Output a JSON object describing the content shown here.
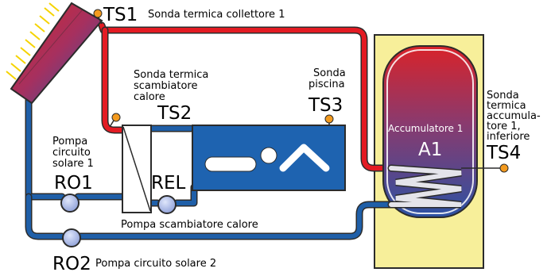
{
  "colors": {
    "hot_pipe": "#e31b23",
    "cold_pipe": "#1f5fa8",
    "pipe_outline": "#2b2b2b",
    "storage_frame": "#f7ef9a",
    "pool_blue": "#1e63b0",
    "pump_fill": "#a9b8e6",
    "sensor_dot": "#f39a1e"
  },
  "sensors": {
    "ts1": {
      "tag": "TS1",
      "label": "Sonda termica collettore 1"
    },
    "ts2": {
      "tag": "TS2",
      "label_lines": [
        "Sonda termica",
        "scambiatore",
        "calore"
      ]
    },
    "ts3": {
      "tag": "TS3",
      "label_lines": [
        "Sonda",
        "piscina"
      ]
    },
    "ts4": {
      "tag": "TS4",
      "label_lines": [
        "Sonda",
        "termica",
        "accumula-",
        "tore 1,",
        "inferiore"
      ]
    }
  },
  "pumps": {
    "ro1": {
      "tag": "RO1",
      "label_lines": [
        "Pompa",
        "circuito",
        "solare 1"
      ]
    },
    "ro2": {
      "tag": "RO2",
      "label": "Pompa circuito solare 2"
    },
    "rel": {
      "tag": "REL",
      "label": "Pompa scambiatore calore"
    }
  },
  "storage": {
    "label": "Accumulatore 1",
    "tag": "A1"
  },
  "icons": {
    "collector": "solar-collector-icon",
    "sun_rays": "sun-rays-icon",
    "exchanger": "heat-exchanger-icon",
    "pool": "swimming-pool-icon",
    "coil": "heating-coil-icon",
    "pump": "pump-icon",
    "sensor": "temperature-sensor-icon"
  }
}
